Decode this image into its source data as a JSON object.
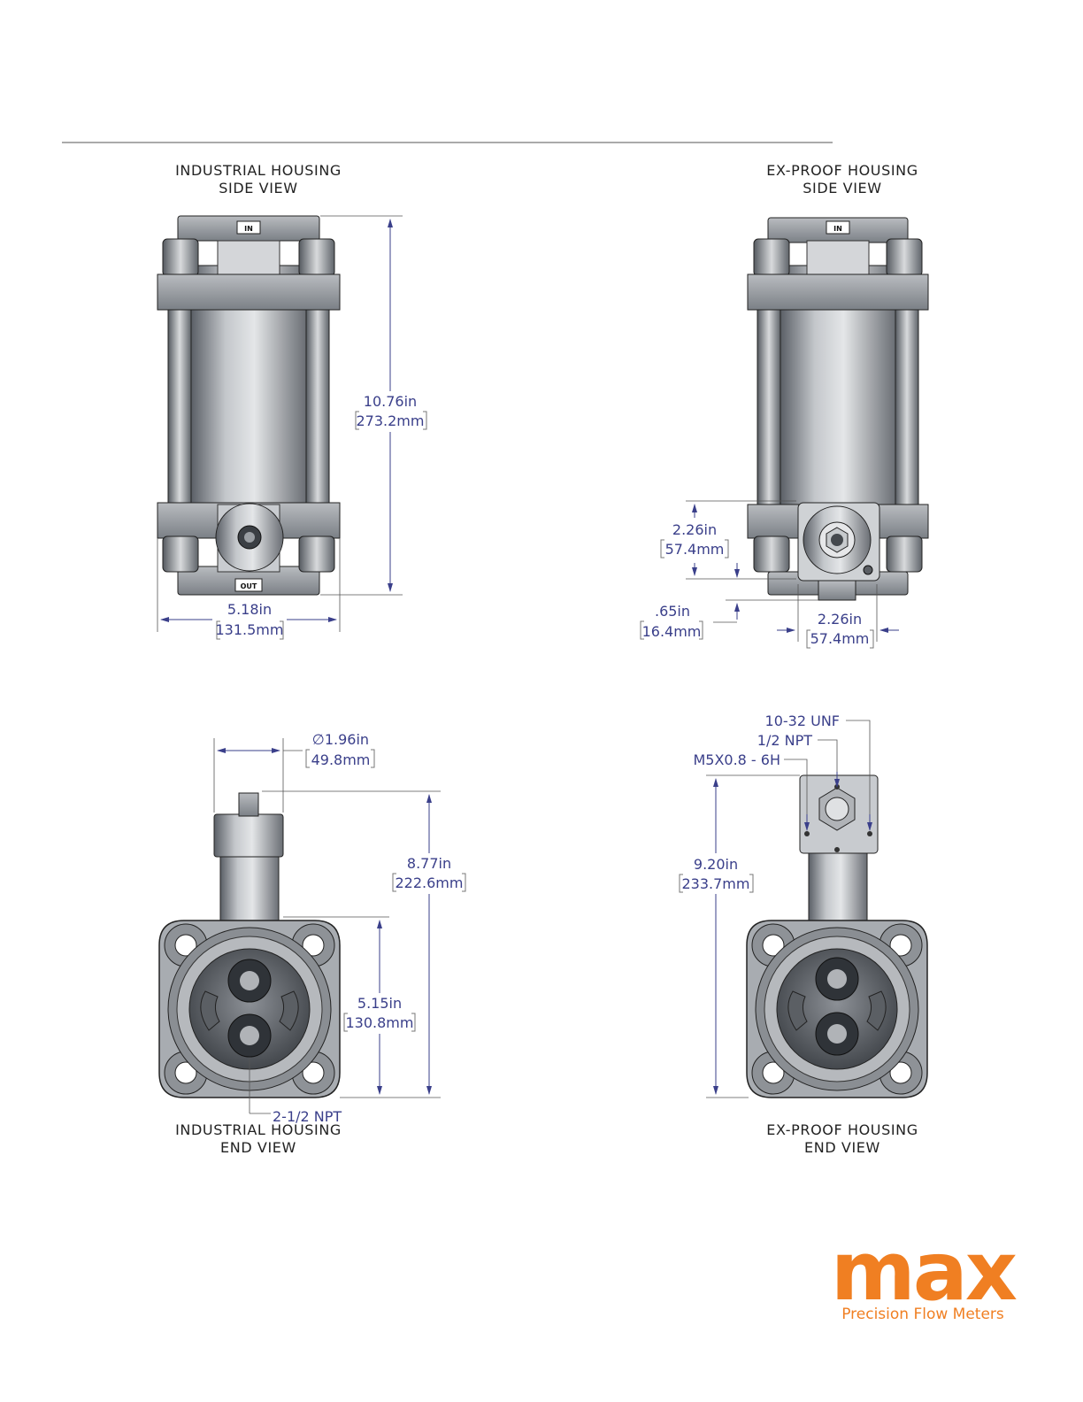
{
  "captions": {
    "industrial_side": [
      "INDUSTRIAL HOUSING",
      "SIDE VIEW"
    ],
    "exproof_side": [
      "EX-PROOF HOUSING",
      "SIDE VIEW"
    ],
    "industrial_end": [
      "INDUSTRIAL HOUSING",
      "END VIEW"
    ],
    "exproof_end": [
      "EX-PROOF HOUSING",
      "END VIEW"
    ]
  },
  "industrial_side": {
    "height_in": "10.76in",
    "height_mm": "273.2mm",
    "width_in": "5.18in",
    "width_mm": "131.5mm",
    "port_top": "IN",
    "port_bottom": "OUT"
  },
  "exproof_side": {
    "h1_in": "2.26in",
    "h1_mm": "57.4mm",
    "h2_in": ".65in",
    "h2_mm": "16.4mm",
    "w_in": "2.26in",
    "w_mm": "57.4mm",
    "port_top": "IN"
  },
  "industrial_end": {
    "dia_in": "∅1.96in",
    "dia_mm": "49.8mm",
    "h_total_in": "8.77in",
    "h_total_mm": "222.6mm",
    "h_body_in": "5.15in",
    "h_body_mm": "130.8mm",
    "thread": "2-1/2 NPT"
  },
  "exproof_end": {
    "callout1": "10-32 UNF",
    "callout2": "1/2 NPT",
    "callout3": "M5X0.8 - 6H",
    "h_in": "9.20in",
    "h_mm": "233.7mm"
  },
  "logo": {
    "name": "max",
    "tagline": "Precision Flow Meters",
    "color": "#f07f22"
  }
}
